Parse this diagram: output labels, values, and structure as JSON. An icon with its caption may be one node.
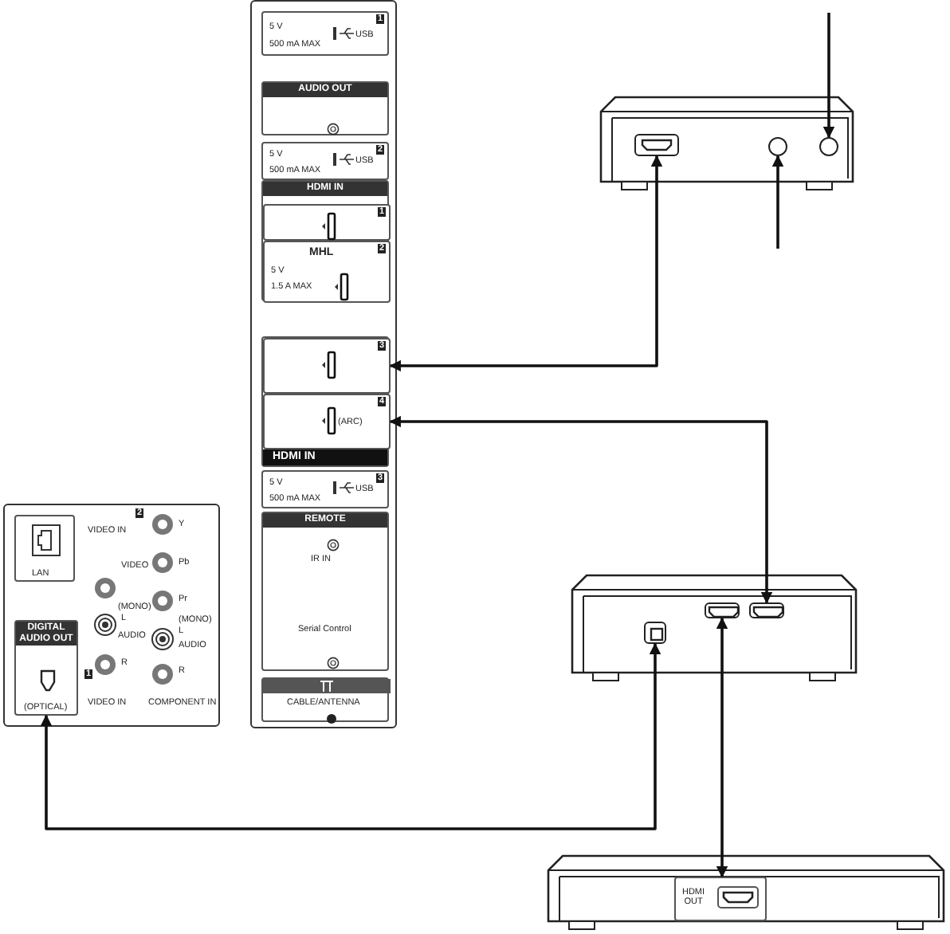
{
  "diagram": {
    "nodes": [
      {
        "text": [],
        "shape": "box"
      },
      {
        "text": [
          "1",
          "5 V",
          "500 mA MAX",
          "USB"
        ],
        "in": 0
      },
      {
        "text": [
          "AUDIO OUT"
        ],
        "in": 0
      },
      {
        "text": [
          "2",
          "5 V",
          "500 mA MAX",
          "USB"
        ],
        "in": 0
      },
      {
        "text": [
          "HDMI IN"
        ],
        "in": 0
      },
      {
        "text": [
          "1"
        ],
        "in": 4
      },
      {
        "text": [
          "2",
          "MHL",
          "5 V",
          "1.5 A MAX"
        ],
        "in": 4
      },
      {
        "text": [
          "HDMI IN"
        ],
        "in": 0
      },
      {
        "text": [
          "3"
        ],
        "in": 7
      },
      {
        "text": [
          "4",
          "(ARC)"
        ],
        "in": 7
      },
      {
        "text": [
          "3",
          "5 V",
          "500 mA MAX",
          "USB"
        ],
        "in": 0
      },
      {
        "text": [
          "REMOTE",
          "IR IN",
          "Serial Control"
        ],
        "in": 0
      },
      {
        "text": [
          "CABLE/ANTENNA"
        ],
        "in": 0
      },
      {
        "text": [],
        "shape": "box"
      },
      {
        "text": [
          "LAN"
        ],
        "in": 13
      },
      {
        "text": [
          "DIGITAL AUDIO OUT",
          "(OPTICAL)"
        ],
        "in": 13
      },
      {
        "text": [],
        "shape": "box"
      },
      {
        "text": [],
        "shape": "box",
        "in": 16
      },
      {
        "text": [],
        "shape": "circle",
        "in": 16
      },
      {
        "text": [],
        "shape": "circle",
        "in": 16
      },
      {
        "text": [],
        "shape": "box"
      },
      {
        "text": [],
        "shape": "box",
        "in": 20
      },
      {
        "text": [],
        "shape": "box",
        "in": 20
      },
      {
        "text": [],
        "shape": "box",
        "in": 20
      },
      {
        "text": [],
        "shape": "box"
      },
      {
        "text": [
          "HDMI OUT"
        ],
        "in": 24
      }
    ],
    "edges": [
      {
        "from": 8,
        "to": 17,
        "arrow": "both"
      },
      {
        "from": 9,
        "to": 23,
        "arrow": "both"
      },
      {
        "from": 15,
        "to": 21,
        "arrow": "both"
      },
      {
        "from": 22,
        "to": 25,
        "arrow": "both"
      },
      {
        "from": null,
        "to": 19,
        "arrow": "to"
      },
      {
        "from": null,
        "to": 18,
        "arrow": "to"
      }
    ],
    "labels": [
      "2",
      "VIDEO IN",
      "Y",
      "VIDEO",
      "Pb",
      "(MONO)",
      "L",
      "Pr",
      "(MONO)",
      "L",
      "AUDIO",
      "AUDIO",
      "R",
      "R",
      "1",
      "VIDEO IN",
      "COMPONENT IN"
    ]
  }
}
